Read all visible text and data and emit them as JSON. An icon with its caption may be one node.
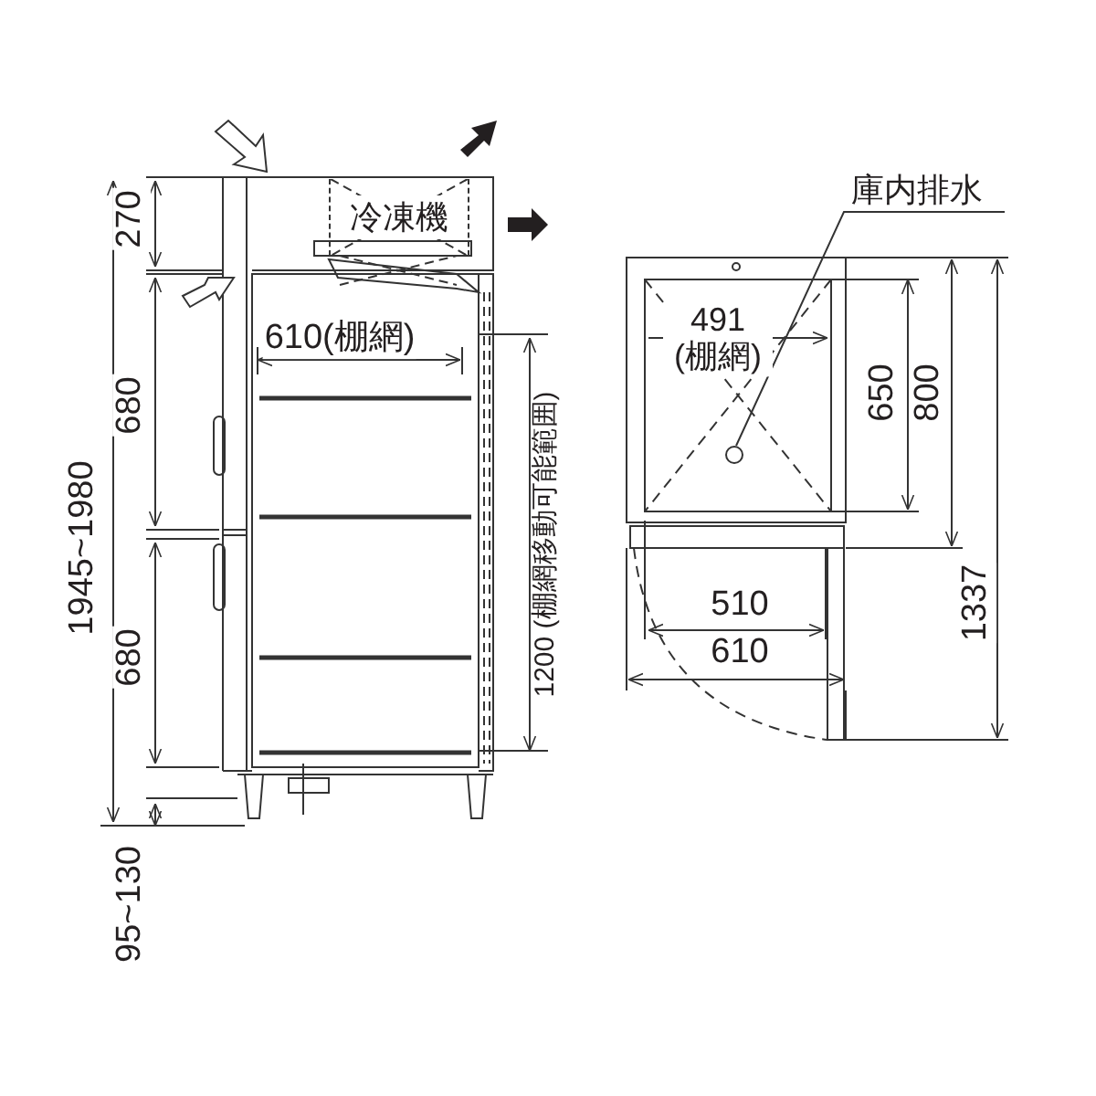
{
  "diagram": {
    "nodes": [
      {
        "text": [
          "冷凍機"
        ]
      },
      {
        "text": [
          "庫内排水"
        ]
      },
      {
        "text": [],
        "shape": "circle"
      }
    ],
    "edges": [
      {
        "from": 1,
        "to": 2,
        "arrow": "none"
      }
    ],
    "labels": [
      "270",
      "680",
      "1945~1980",
      "680",
      "95~130",
      "610(棚網)",
      "1200 (棚網移動可能範囲)",
      "491 (棚網)",
      "650",
      "800",
      "1337",
      "510",
      "610"
    ]
  }
}
